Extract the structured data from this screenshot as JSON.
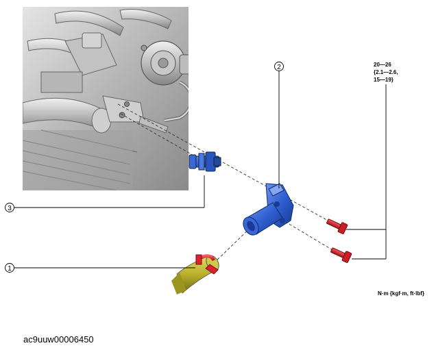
{
  "callouts": [
    {
      "number": "1",
      "part": "hose"
    },
    {
      "number": "2",
      "part": "water-outlet"
    },
    {
      "number": "3",
      "part": "thermo-sensor"
    }
  ],
  "torque_spec": {
    "line1": "20—26",
    "line2": "{2.1—2.6,",
    "line3": "15—19}"
  },
  "units_note": "N·m {kgf·m, ft·lbf}",
  "image_id": "ac9uuw00006450",
  "colors": {
    "engine": "#b9b9b9",
    "engine_dark": "#7a7a7a",
    "part_blue": "#2f5fd0",
    "part_blue_dark": "#1a3c96",
    "bolt_red": "#d8232a",
    "hose_yellow": "#b8b02a",
    "clamp_red": "#d8232a"
  }
}
